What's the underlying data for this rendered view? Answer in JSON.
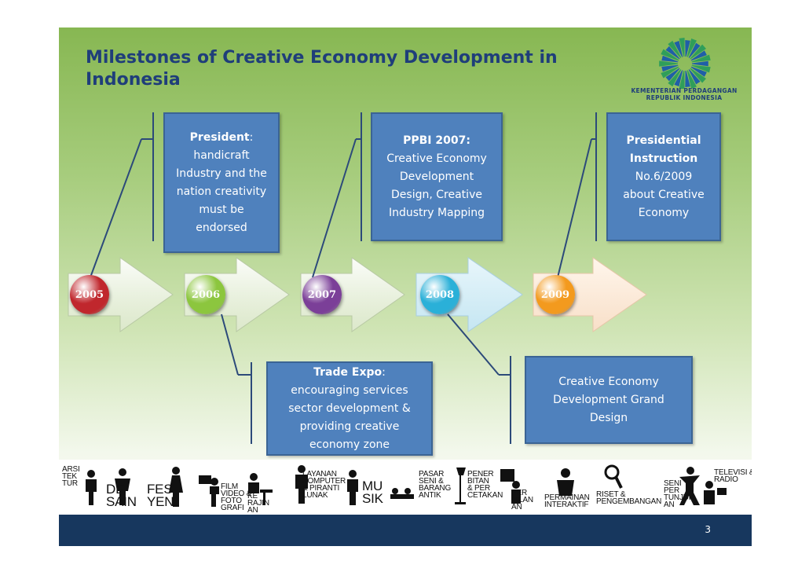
{
  "title": "Milestones  of Creative Economy Development in Indonesia",
  "logo": {
    "text_line1": "KEMENTERIAN PERDAGANGAN",
    "text_line2": "REPUBLIK INDONESIA",
    "icon": "ministry-logo-icon",
    "colors": [
      "#1f5fa8",
      "#2f9e5a"
    ]
  },
  "timeline": {
    "years": [
      {
        "label": "2005",
        "color": "#c0272d"
      },
      {
        "label": "2006",
        "color": "#8cc63e"
      },
      {
        "label": "2007",
        "color": "#7b3f98"
      },
      {
        "label": "2008",
        "color": "#2ab0d8"
      },
      {
        "label": "2009",
        "color": "#f39a1e"
      }
    ],
    "boxes": [
      {
        "year": "2005",
        "head": "President",
        "head_suffix": ":",
        "lines": [
          "handicraft",
          "Industry and the",
          "nation creativity",
          "must be",
          "endorsed"
        ]
      },
      {
        "year": "2007",
        "head": "PPBI 2007:",
        "head_suffix": "",
        "lines": [
          "Creative Economy",
          "Development",
          "Design, Creative",
          "Industry Mapping"
        ]
      },
      {
        "year": "2009",
        "head": "Presidential",
        "head_suffix": "",
        "lines": [
          "Instruction",
          "No.6/2009",
          "about Creative",
          "Economy"
        ]
      },
      {
        "year": "2006",
        "head": "Trade Expo",
        "head_suffix": ":",
        "lines": [
          "encouraging services",
          "sector development &",
          "providing creative",
          "economy zone"
        ]
      },
      {
        "year": "2008",
        "head": "",
        "head_suffix": "",
        "lines": [
          "Creative Economy",
          "Development Grand",
          "Design"
        ]
      }
    ]
  },
  "colors": {
    "box_fill": "#4f81bd",
    "box_border": "#3b6494",
    "title": "#1f3e7a",
    "footer": "#17375e"
  },
  "sectors": {
    "arsitektur": "ARSI\nTEK\nTUR",
    "desain": "DE\nSAIN",
    "fesyen": "FES\nYEN",
    "film": "FILM\nVIDEO &\nFOTO\nGRAFI",
    "kerajinan": "KE\nRAJIN\nAN",
    "layanan": "LAYANAN\nKOMPUTER\n& PIRANTI\nLUNAK",
    "musik": "MU\nSIK",
    "pasar": "PASAR\nSENI &\nBARANG\nANTIK",
    "penerbitan": "PENER\nBITAN\n& PER\nCETAKAN",
    "periklanan": "PER\nIKLAN\nAN",
    "permainan": "PERMAINAN\nINTERAKTIF",
    "riset": "RISET &\nPENGEMBANGAN",
    "seni": "SENI\nPER\nTUNJUK\nAN",
    "televisi": "TELEVISI &\nRADIO"
  },
  "footer": {
    "page_number": "3"
  }
}
